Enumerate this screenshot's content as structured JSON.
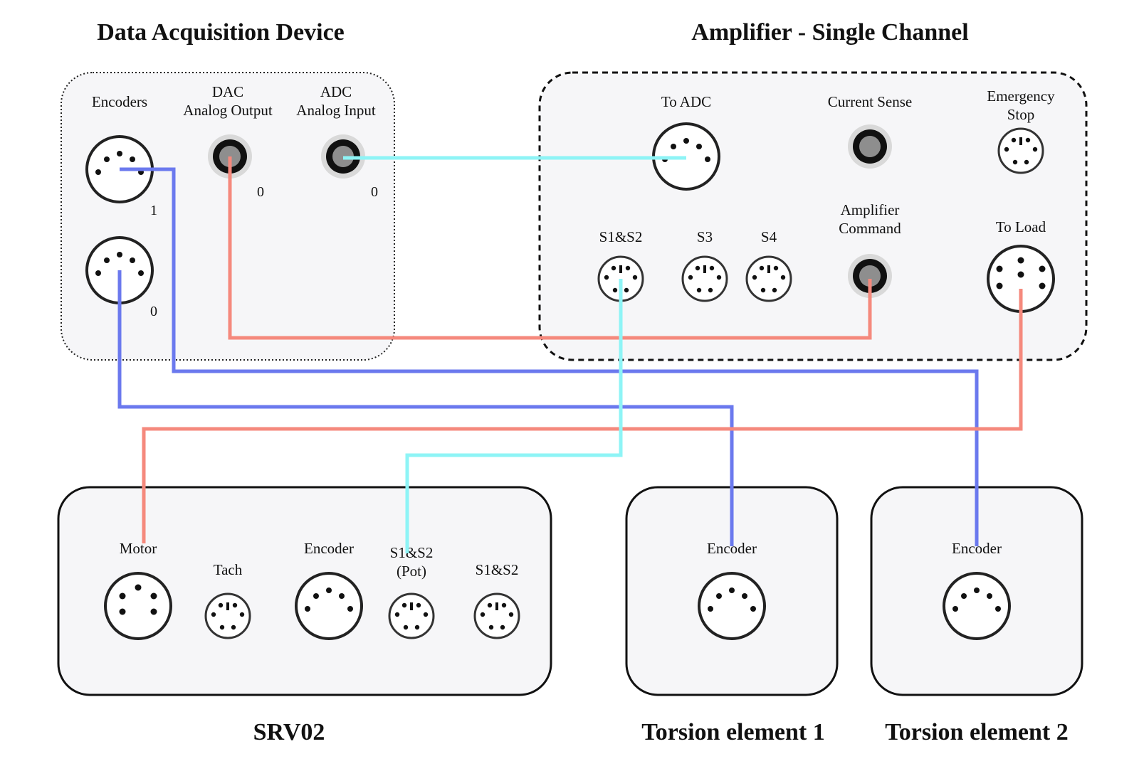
{
  "titles": {
    "daq": "Data Acquisition Device",
    "amp": "Amplifier - Single Channel",
    "srv": "SRV02",
    "torsion1": "Torsion element 1",
    "torsion2": "Torsion element 2"
  },
  "daq": {
    "encoders": "Encoders",
    "dac_line1": "DAC",
    "dac_line2": "Analog Output",
    "adc_line1": "ADC",
    "adc_line2": "Analog Input",
    "enc1_num": "1",
    "enc0_num": "0",
    "dac_num": "0",
    "adc_num": "0"
  },
  "amp": {
    "to_adc": "To ADC",
    "current_sense": "Current Sense",
    "estop_line1": "Emergency",
    "estop_line2": "Stop",
    "amp_cmd_line1": "Amplifier",
    "amp_cmd_line2": "Command",
    "s1s2": "S1&S2",
    "s3": "S3",
    "s4": "S4",
    "to_load": "To Load"
  },
  "srv": {
    "motor": "Motor",
    "tach": "Tach",
    "encoder": "Encoder",
    "pot_line1": "S1&S2",
    "pot_line2": "(Pot)",
    "s1s2": "S1&S2"
  },
  "torsion1": {
    "encoder": "Encoder"
  },
  "torsion2": {
    "encoder": "Encoder"
  },
  "colors": {
    "encoder_wire": "#6b79ee",
    "analog_out_wire": "#f5897d",
    "analog_in_wire": "#8ef4f6"
  }
}
